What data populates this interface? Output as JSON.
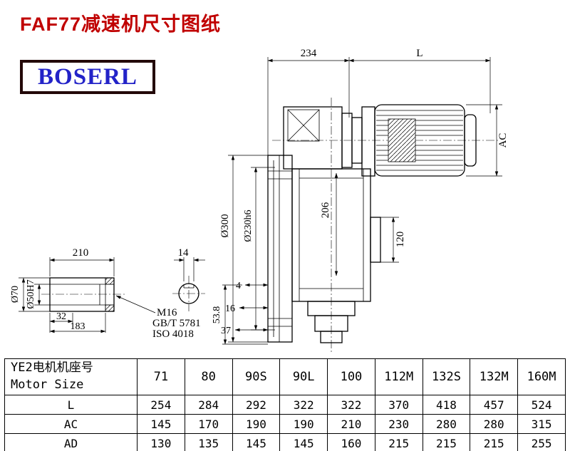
{
  "page": {
    "title": "FAF77减速机尺寸图纸",
    "logo_text": "BOSERL",
    "colors": {
      "title": "#c00000",
      "logo_text": "#2323c8",
      "logo_border": "#230808"
    }
  },
  "drawing": {
    "labels": {
      "dim_234": "234",
      "dim_L": "L",
      "dim_AC": "AC",
      "dim_206": "206",
      "dia_300": "Ø300",
      "dia_230": "Ø230h6",
      "dim_120": "120",
      "dim_210": "210",
      "dim_14": "14",
      "dia_70": "Ø70",
      "dia_50": "Ø50H7",
      "dim_32": "32",
      "dim_183": "183",
      "thread": "M16",
      "std_gb": "GB/T 5781",
      "std_iso": "ISO 4018",
      "dim_4": "4",
      "dim_16": "16",
      "dim_37": "37",
      "dim_53_8": "53.8"
    }
  },
  "table": {
    "motor_label_cn": "YE2电机机座号",
    "motor_label_en": "Motor Size",
    "sizes": [
      "71",
      "80",
      "90S",
      "90L",
      "100",
      "112M",
      "132S",
      "132M",
      "160M"
    ],
    "rows": [
      {
        "label": "L",
        "values": [
          "254",
          "284",
          "292",
          "322",
          "322",
          "370",
          "418",
          "457",
          "524"
        ]
      },
      {
        "label": "AC",
        "values": [
          "145",
          "170",
          "190",
          "190",
          "210",
          "230",
          "280",
          "280",
          "315"
        ]
      },
      {
        "label": "AD",
        "values": [
          "130",
          "135",
          "145",
          "145",
          "160",
          "215",
          "215",
          "215",
          "255"
        ]
      }
    ]
  }
}
